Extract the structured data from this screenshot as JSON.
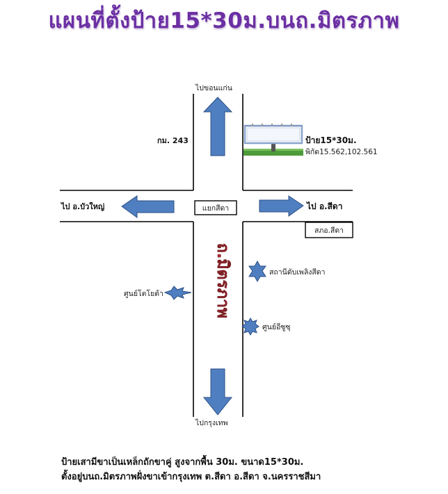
{
  "title": "แผนที่ตั้งป้าย15*30ม.บนถ.มิตรภาพ",
  "labels": {
    "to_khon_kaen": "ไปขอนแก่น",
    "km": "กม. 243",
    "billboard_size": "ป้าย15*30ม.",
    "coordinates": "พิกัด15.562,102.561",
    "to_bua_yai": "ไป อ.บัวใหญ่",
    "intersection": "แยกสีดา",
    "to_sida": "ไป อ.สีดา",
    "police_station": "สภอ.สีดา",
    "road_name": "ถ.มิตรภาพ",
    "fire_station": "สถานีดับเพลิงสีดา",
    "toyota_center": "ศูนย์โตโยต้า",
    "isuzu_center": "ศูนย์อีซูซุ",
    "to_bangkok": "ไปกรุงเทพ"
  },
  "caption": {
    "line1": "ป้ายเสามีขาเป็นเหล็กถักขาคู่ สูงจากพื้น 30ม. ขนาด15*30ม.",
    "line2": "ตั้งอยู่บนถ.มิตรภาพฝั่งขาเข้ากรุงเทพ ต.สีดา อ.สีดา จ.นครราชสีมา"
  },
  "colors": {
    "title": "#6b2fa3",
    "arrow_fill": "#4f7fc0",
    "arrow_stroke": "#2c4f84",
    "road_line": "#000000",
    "road_name": "#a0282e",
    "billboard_frame": "#8aa4cc",
    "grass": "#4d9a3a"
  }
}
